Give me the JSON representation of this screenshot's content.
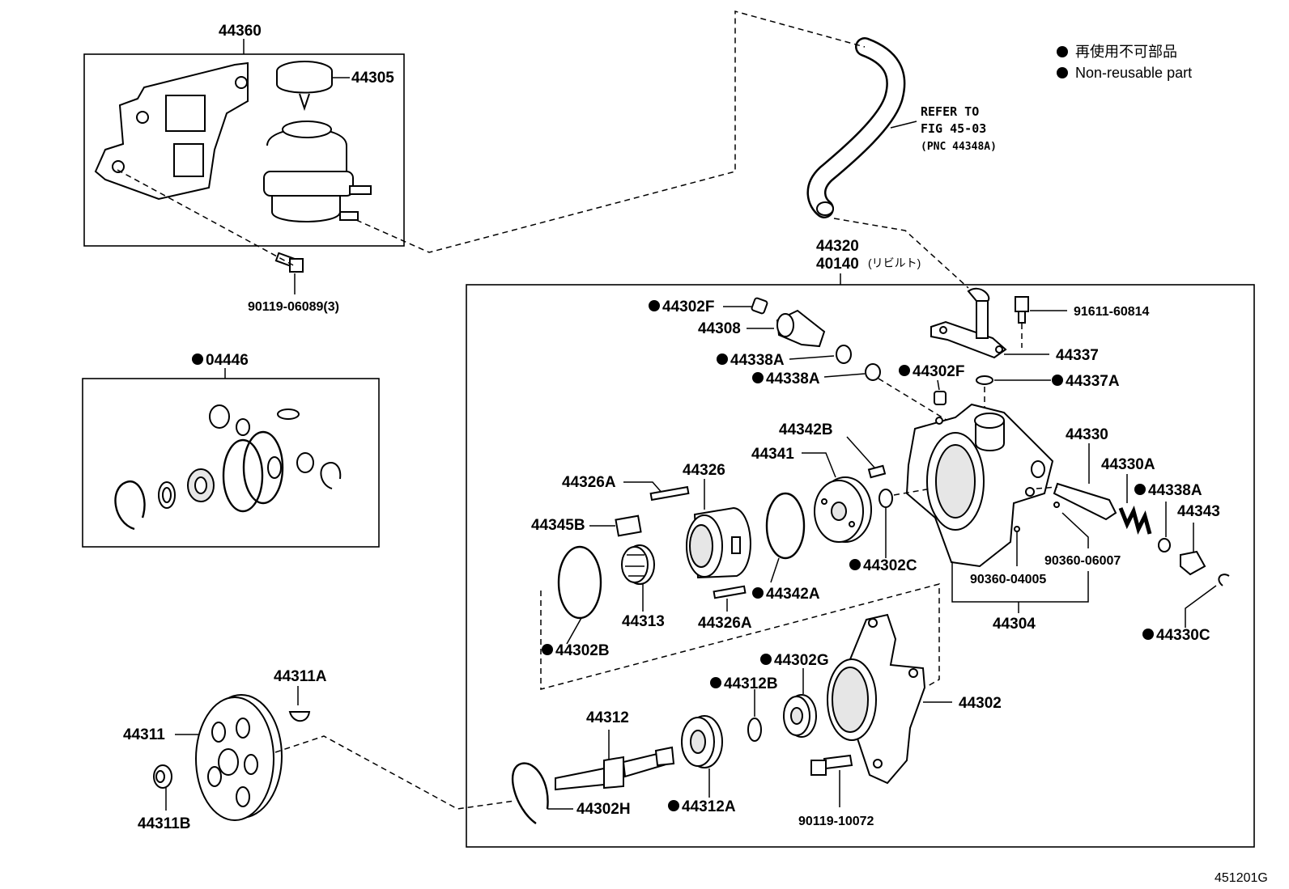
{
  "diagram_id": "451201G",
  "legend": {
    "jp": "再使用不可部品",
    "en": "Non-reusable part"
  },
  "reference": {
    "line1": "REFER TO",
    "line2": "FIG 45-03",
    "line3": "(PNC 44348A)"
  },
  "labels": {
    "p44360": "44360",
    "p44305": "44305",
    "p90119_06089": "90119-06089(3)",
    "p04446": "04446",
    "p44311A": "44311A",
    "p44311": "44311",
    "p44311B": "44311B",
    "p44320": "44320",
    "p40140": "40140",
    "p40140_note": "(リビルト)",
    "p44302F_a": "44302F",
    "p44308": "44308",
    "p44338A_a": "44338A",
    "p44338A_b": "44338A",
    "p91611_60814": "91611-60814",
    "p44337": "44337",
    "p44302F_b": "44302F",
    "p44337A": "44337A",
    "p44342B": "44342B",
    "p44341": "44341",
    "p44326": "44326",
    "p44326A_a": "44326A",
    "p44345B": "44345B",
    "p44330": "44330",
    "p44330A": "44330A",
    "p44338A_c": "44338A",
    "p44343": "44343",
    "p90360_06007": "90360-06007",
    "p90360_04005": "90360-04005",
    "p44302C": "44302C",
    "p44342A": "44342A",
    "p44313": "44313",
    "p44326A_b": "44326A",
    "p44304": "44304",
    "p44330C": "44330C",
    "p44302B": "44302B",
    "p44302G": "44302G",
    "p44312B": "44312B",
    "p44302": "44302",
    "p44312": "44312",
    "p44302H": "44302H",
    "p44312A": "44312A",
    "p90119_10072": "90119-10072"
  }
}
